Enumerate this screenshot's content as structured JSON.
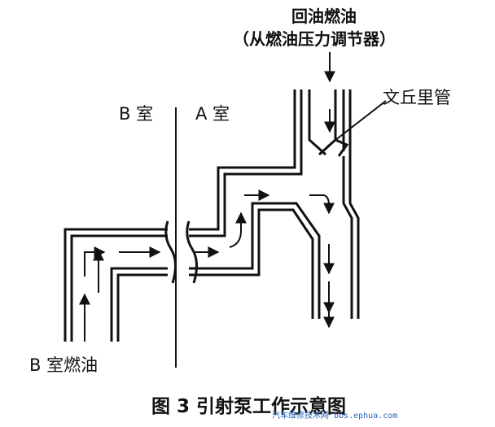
{
  "labels": {
    "return_fuel": "回油燃油",
    "fuel_source": "（从燃油压力调节器）",
    "venturi": "文丘里管",
    "chamber_b": "B 室",
    "chamber_a": "A 室",
    "b_chamber_fuel": "B 室燃油",
    "caption": "图 3  引射泵工作示意图",
    "watermark": "汽车维修技术网 bbs.ephua.com"
  },
  "colors": {
    "line": "#111111",
    "watermark": "#2a64b8"
  }
}
